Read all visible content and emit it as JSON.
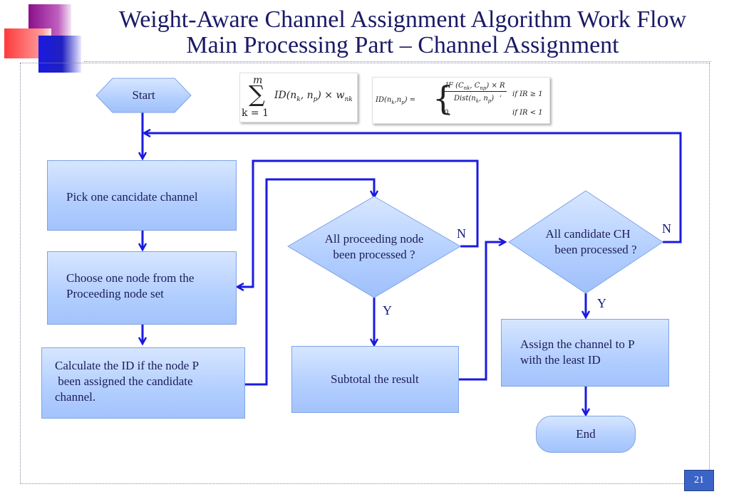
{
  "slide": {
    "title_line1": "Weight-Aware Channel Assignment Algorithm Work Flow",
    "title_line2": "Main Processing Part – Channel Assignment",
    "page_number": "21"
  },
  "formula1": {
    "sum_top": "m",
    "sum_bottom": "k = 1",
    "sum_symbol": "∑",
    "body": "ID(n",
    "sub_k": "k",
    "mid": ", n",
    "sub_p": "p",
    "tail": ") × w",
    "sub_nk": "nk"
  },
  "formula2": {
    "lhs": "ID(n",
    "lhs_sub_k": "k",
    "lhs_mid": ",n",
    "lhs_sub_p": "p",
    "lhs_end": ") =",
    "numerator": "IF (C",
    "num_sub1": "nk",
    "num_mid": ", C",
    "num_sub2": "np",
    "num_end": ") × R",
    "denominator": "Dist(n",
    "den_sub_k": "k",
    "den_mid": ", n",
    "den_sub_p": "p",
    "den_end": ")",
    "case1_cond": "if IR ≥ 1",
    "case2_value": "0,",
    "case2_cond": "if IR < 1",
    "comma": ","
  },
  "flow": {
    "start": "Start",
    "pick": "Pick one cancidate channel",
    "choose_line1": "Choose one node from the",
    "choose_line2": "Proceeding node set",
    "calc_line1": "Calculate the ID if the node P",
    "calc_line2": " been assigned the candidate",
    "calc_line3": "channel.",
    "decision1_line1": "All proceeding node",
    "decision1_line2": "been processed ?",
    "subtotal": "Subtotal the result",
    "decision2_line1": "All candidate CH",
    "decision2_line2": "been processed ?",
    "assign_line1": "Assign the channel to P",
    "assign_line2": "with the least ID",
    "end": "End",
    "n1": "N",
    "y1": "Y",
    "n2": "N",
    "y2": "Y"
  },
  "colors": {
    "arrow": "#1a1ae0",
    "box_fill": "#b2ceff",
    "title": "#1a1a66"
  }
}
